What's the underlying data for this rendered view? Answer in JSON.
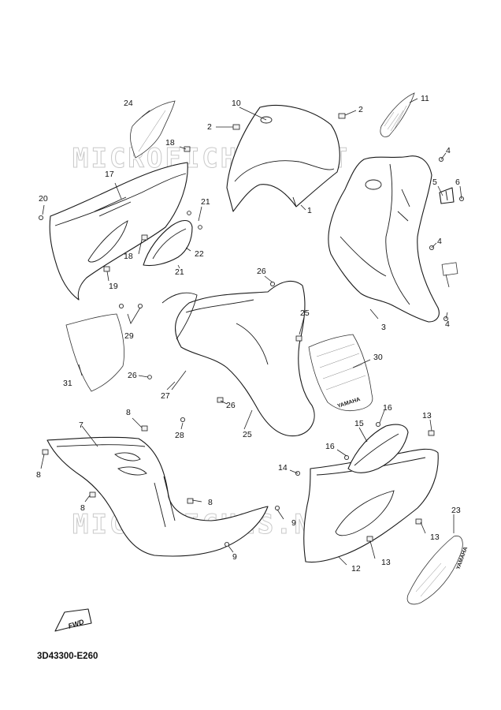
{
  "diagram_code": "3D43300-E260",
  "watermark": "MICROFICHES.NET",
  "fwd_label": "FWD",
  "decal_brand": "YAMAHA",
  "callouts": [
    "1",
    "2",
    "2",
    "3",
    "4",
    "4",
    "4",
    "5",
    "6",
    "7",
    "8",
    "8",
    "8",
    "8",
    "9",
    "9",
    "10",
    "11",
    "12",
    "13",
    "13",
    "13",
    "14",
    "15",
    "16",
    "16",
    "17",
    "18",
    "18",
    "19",
    "20",
    "21",
    "21",
    "22",
    "23",
    "24",
    "25",
    "25",
    "26",
    "26",
    "26",
    "27",
    "28",
    "29",
    "30",
    "31"
  ]
}
